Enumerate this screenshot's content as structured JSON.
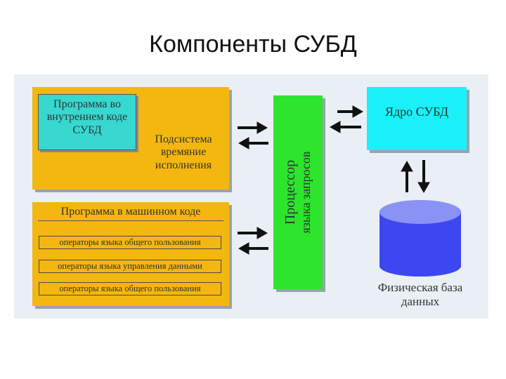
{
  "slide": {
    "title": "Компоненты СУБД"
  },
  "diagram": {
    "internal_program": "Программа во внутреннем коде СУБД",
    "runtime_subsystem": "Подсистема время­ние исполнения",
    "machine_program": "Программа в машинном коде",
    "operators": [
      "операторы языка общего пользования",
      "операторы языка управления данными",
      "операторы языка общего пользования"
    ],
    "query_processor_line1": "Процессор",
    "query_processor_line2": "языка запросов",
    "dbms_core": "Ядро СУБД",
    "physical_db": "Физическая база данных",
    "colors": {
      "orange": "#f3b70f",
      "cyan": "#19f0f7",
      "teal": "#36d8cf",
      "green": "#2de52d",
      "blue": "#3d46f0"
    }
  }
}
